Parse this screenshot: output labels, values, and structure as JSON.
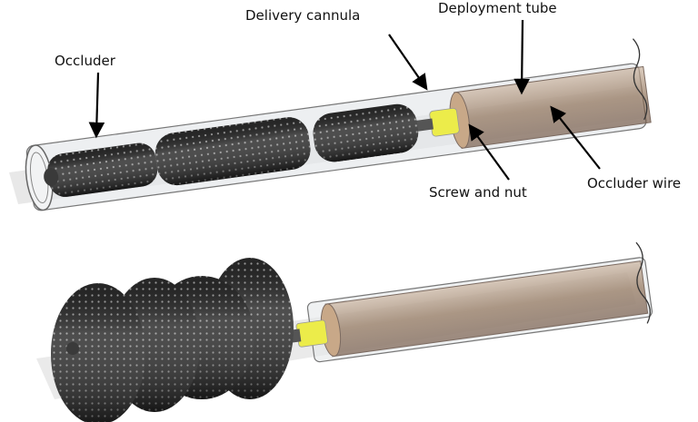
{
  "labels": {
    "occluder": "Occluder",
    "delivery_cannula": "Delivery cannula",
    "deployment_tube": "Deployment tube",
    "screw_and_nut": "Screw and nut",
    "occluder_wire": "Occluder wire"
  },
  "colors": {
    "cannula": "#c9ced3",
    "mesh": "#2a2a2a",
    "screw": "#e8e84a",
    "wire": "#8a6a4e"
  }
}
